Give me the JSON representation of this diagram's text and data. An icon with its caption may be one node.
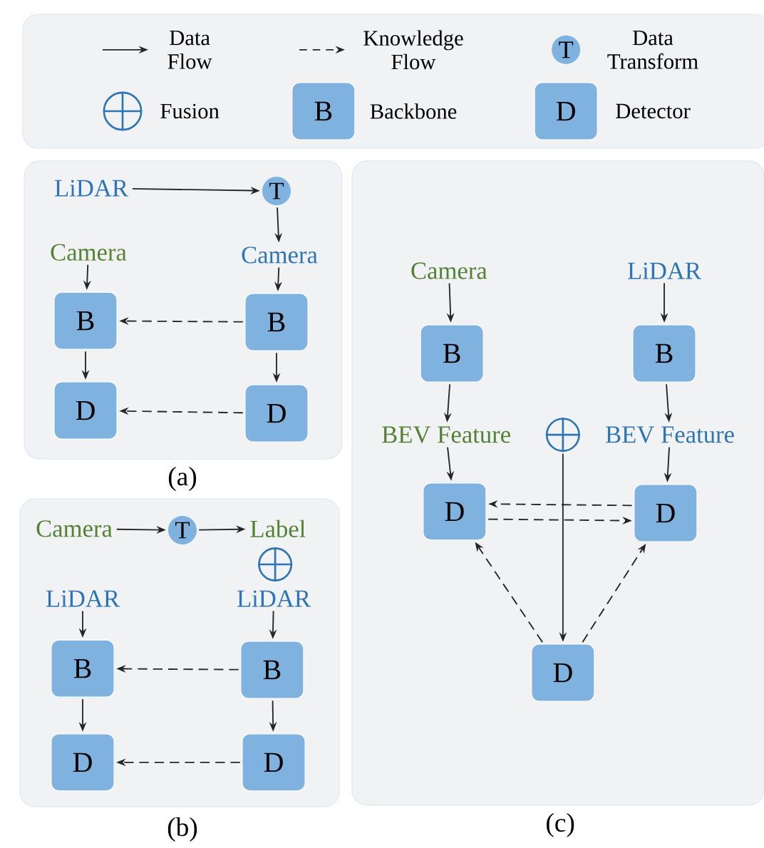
{
  "diagram": {
    "nodes": [
      {
        "text": [
          "(a)"
        ]
      },
      {
        "text": [
          "LiDAR"
        ],
        "in": 0
      },
      {
        "text": [
          "T"
        ],
        "in": 0
      },
      {
        "text": [
          "Camera"
        ],
        "in": 0
      },
      {
        "text": [
          "Camera"
        ],
        "in": 0
      },
      {
        "text": [
          "B"
        ],
        "in": 0
      },
      {
        "text": [
          "B"
        ],
        "in": 0
      },
      {
        "text": [
          "D"
        ],
        "in": 0
      },
      {
        "text": [
          "D"
        ],
        "in": 0
      },
      {
        "text": [
          "(b)"
        ]
      },
      {
        "text": [
          "Camera"
        ],
        "in": 9
      },
      {
        "text": [
          "T"
        ],
        "in": 9
      },
      {
        "text": [
          "Label"
        ],
        "in": 9
      },
      {
        "text": [],
        "shape": "circle",
        "in": 9
      },
      {
        "text": [
          "LiDAR"
        ],
        "in": 9
      },
      {
        "text": [
          "LiDAR"
        ],
        "in": 9
      },
      {
        "text": [
          "B"
        ],
        "in": 9
      },
      {
        "text": [
          "B"
        ],
        "in": 9
      },
      {
        "text": [
          "D"
        ],
        "in": 9
      },
      {
        "text": [
          "D"
        ],
        "in": 9
      },
      {
        "text": [
          "(c)"
        ]
      },
      {
        "text": [
          "Camera"
        ],
        "in": 20
      },
      {
        "text": [
          "LiDAR"
        ],
        "in": 20
      },
      {
        "text": [
          "B"
        ],
        "in": 20
      },
      {
        "text": [
          "B"
        ],
        "in": 20
      },
      {
        "text": [
          "BEV Feature"
        ],
        "in": 20
      },
      {
        "text": [],
        "shape": "circle",
        "in": 20
      },
      {
        "text": [
          "BEV Feature"
        ],
        "in": 20
      },
      {
        "text": [
          "D"
        ],
        "in": 20
      },
      {
        "text": [
          "D"
        ],
        "in": 20
      },
      {
        "text": [
          "D"
        ],
        "in": 20
      }
    ],
    "edges": [
      {
        "from": 1,
        "to": 2,
        "arrow": "to"
      },
      {
        "from": 2,
        "to": 3,
        "arrow": "to"
      },
      {
        "from": 3,
        "to": 6,
        "arrow": "to"
      },
      {
        "from": 4,
        "to": 5,
        "arrow": "to"
      },
      {
        "from": 5,
        "to": 7,
        "arrow": "to"
      },
      {
        "from": 6,
        "to": 8,
        "arrow": "to"
      },
      {
        "from": 6,
        "to": 5,
        "arrow": "to",
        "style": "dashed"
      },
      {
        "from": 8,
        "to": 7,
        "arrow": "to",
        "style": "dashed"
      },
      {
        "from": 10,
        "to": 11,
        "arrow": "to"
      },
      {
        "from": 11,
        "to": 12,
        "arrow": "to"
      },
      {
        "from": 14,
        "to": 16,
        "arrow": "to"
      },
      {
        "from": 15,
        "to": 17,
        "arrow": "to"
      },
      {
        "from": 16,
        "to": 18,
        "arrow": "to"
      },
      {
        "from": 17,
        "to": 19,
        "arrow": "to"
      },
      {
        "from": 17,
        "to": 16,
        "arrow": "to",
        "style": "dashed"
      },
      {
        "from": 19,
        "to": 18,
        "arrow": "to",
        "style": "dashed"
      },
      {
        "from": 21,
        "to": 23,
        "arrow": "to"
      },
      {
        "from": 22,
        "to": 24,
        "arrow": "to"
      },
      {
        "from": 23,
        "to": 25,
        "arrow": "to"
      },
      {
        "from": 24,
        "to": 27,
        "arrow": "to"
      },
      {
        "from": 25,
        "to": 28,
        "arrow": "to"
      },
      {
        "from": 27,
        "to": 29,
        "arrow": "to"
      },
      {
        "from": 29,
        "to": 28,
        "arrow": "to",
        "style": "dashed"
      },
      {
        "from": 28,
        "to": 29,
        "arrow": "to",
        "style": "dashed"
      },
      {
        "from": 26,
        "to": 30,
        "arrow": "to"
      },
      {
        "from": 30,
        "to": 28,
        "arrow": "to",
        "style": "dashed"
      },
      {
        "from": 30,
        "to": 29,
        "arrow": "to",
        "style": "dashed"
      }
    ],
    "labels": [
      "T",
      "B",
      "D"
    ],
    "legend": [
      {
        "text": "Data Flow"
      },
      {
        "text": "Knowledge Flow"
      },
      {
        "text": "Data Transform"
      },
      {
        "text": "Fusion"
      },
      {
        "text": "Backbone"
      },
      {
        "text": "Detector"
      }
    ]
  }
}
